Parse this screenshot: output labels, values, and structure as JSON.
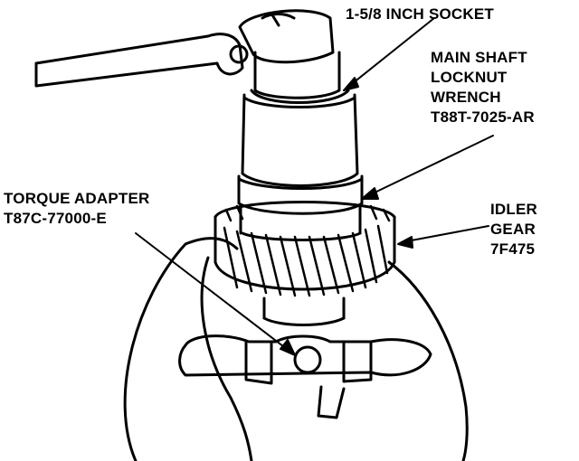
{
  "labels": {
    "socket": "1-5/8 INCH SOCKET",
    "wrench_line1": "MAIN SHAFT",
    "wrench_line2": "LOCKNUT",
    "wrench_line3": "WRENCH",
    "wrench_line4": "T88T-7025-AR",
    "torque_line1": "TORQUE ADAPTER",
    "torque_line2": "T87C-77000-E",
    "idler_line1": "IDLER",
    "idler_line2": "GEAR",
    "idler_line3": "7F475"
  }
}
